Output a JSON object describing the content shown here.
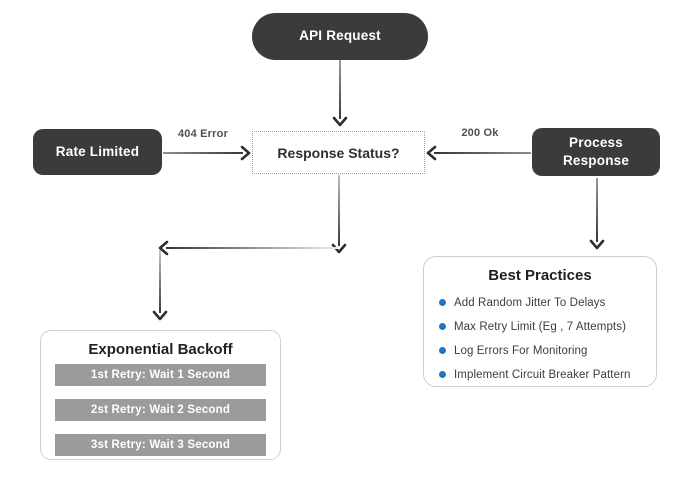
{
  "diagram": {
    "nodes": {
      "api_request": {
        "label": "API Request"
      },
      "response_status": {
        "label": "Response Status?"
      },
      "rate_limited": {
        "label": "Rate Limited"
      },
      "process_response": {
        "label": "Process Response"
      },
      "exponential_backoff": {
        "title": "Exponential Backoff",
        "steps": [
          "1st Retry: Wait 1 Second",
          "2st Retry: Wait 2 Second",
          "3st Retry: Wait 3 Second"
        ]
      },
      "best_practices": {
        "title": "Best Practices",
        "items": [
          "Add Random Jitter To Delays",
          "Max Retry Limit (Eg , 7 Attempts)",
          "Log Errors For Monitoring",
          "Implement Circuit Breaker Pattern"
        ]
      }
    },
    "edges": {
      "error_label": "404 Error",
      "ok_label": "200 Ok"
    },
    "colors": {
      "node_dark": "#3b3b3b",
      "bar_gray": "#9b9b9b",
      "bullet_blue": "#1f77c4",
      "panel_border": "#cfcfcf",
      "arrow_dark": "#2f2f2f"
    }
  }
}
